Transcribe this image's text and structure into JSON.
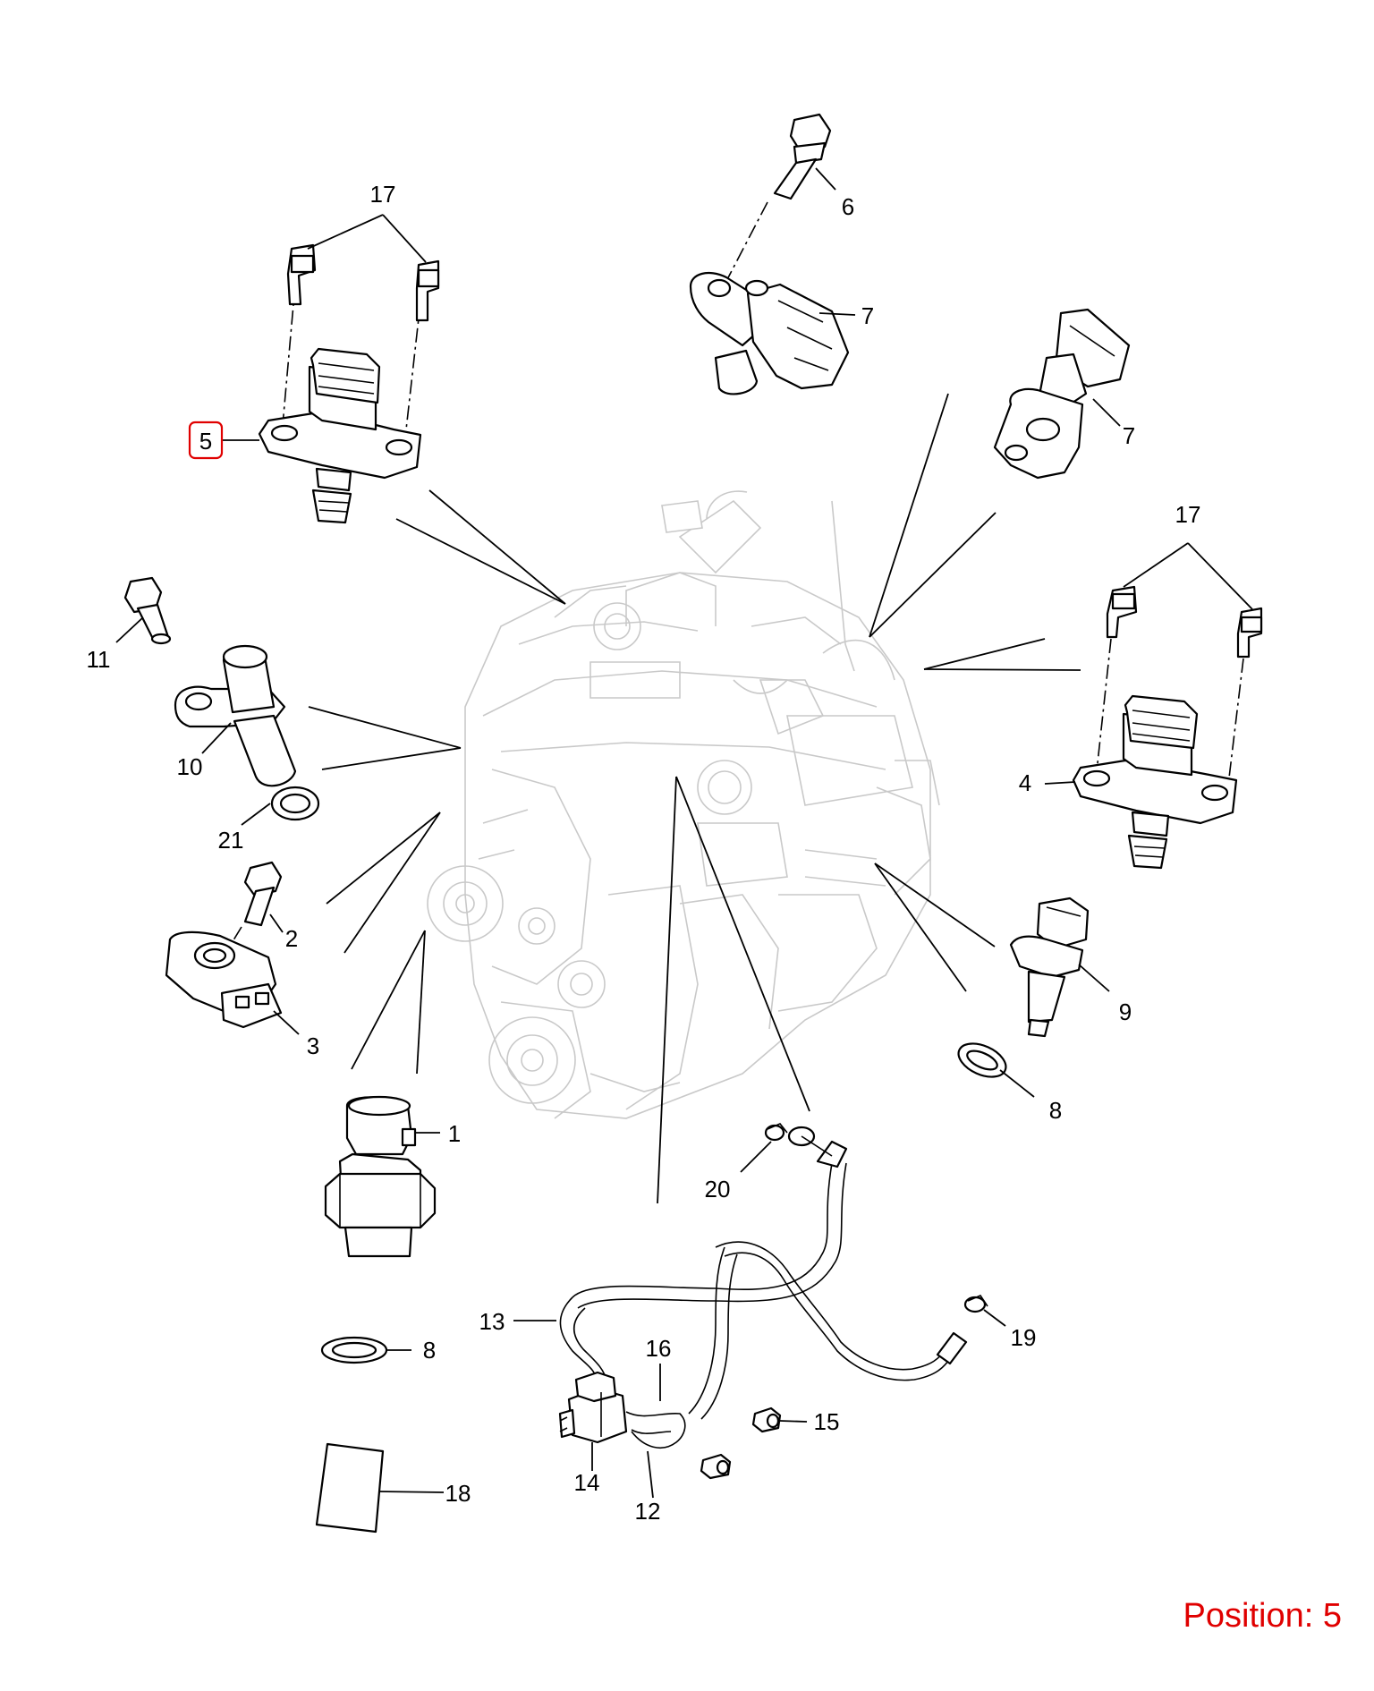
{
  "position_label": "Position: 5",
  "highlight_color": "#e00000",
  "callouts": {
    "c1": "1",
    "c2": "2",
    "c3": "3",
    "c4": "4",
    "c5": "5",
    "c6": "6",
    "c7a": "7",
    "c7b": "7",
    "c8a": "8",
    "c8b": "8",
    "c9": "9",
    "c10": "10",
    "c11": "11",
    "c12": "12",
    "c13": "13",
    "c14": "14",
    "c15": "15",
    "c16": "16",
    "c17a": "17",
    "c17b": "17",
    "c18": "18",
    "c19": "19",
    "c20": "20",
    "c21": "21"
  }
}
